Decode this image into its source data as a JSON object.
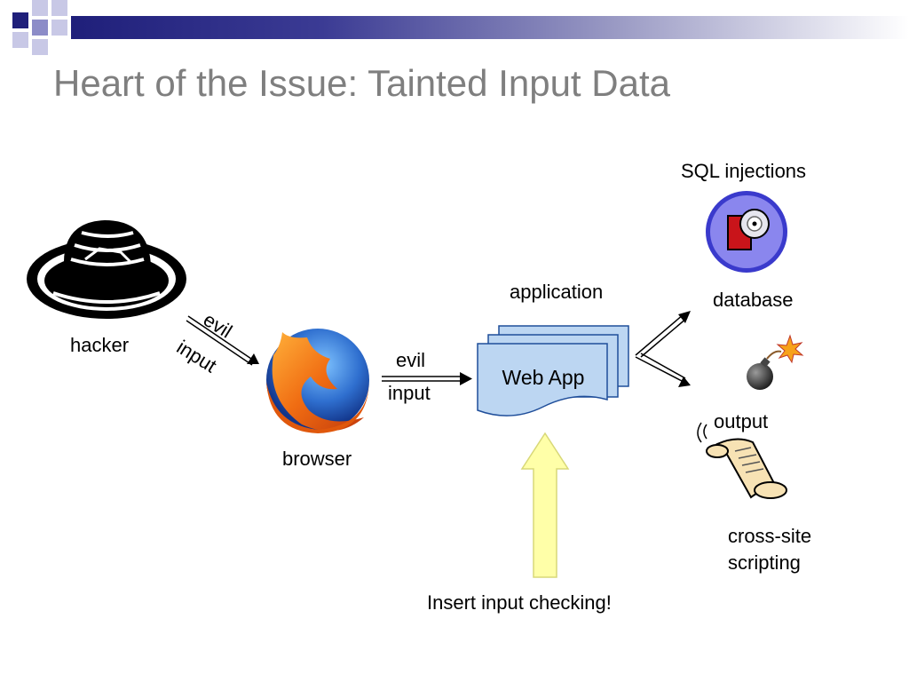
{
  "slide": {
    "title": "Heart of the Issue: Tainted Input Data"
  },
  "diagram": {
    "hacker_label": "hacker",
    "browser_label": "browser",
    "arrow1_top": "evil",
    "arrow1_bottom": "input",
    "arrow2_top": "evil",
    "arrow2_bottom": "input",
    "application_label": "application",
    "webapp_label": "Web App",
    "sql_label": "SQL injections",
    "database_label": "database",
    "output_label": "output",
    "xss_line1": "cross-site",
    "xss_line2": "scripting",
    "checking_label": "Insert input checking!"
  },
  "icons": {
    "hacker": "hat-icon",
    "browser": "firefox-icon",
    "database": "database-disc-icon",
    "output": "bomb-icon",
    "xss": "scroll-icon"
  },
  "colors": {
    "title": "#7f7f7f",
    "header_bar": "#1f1f7a",
    "document_fill": "#bcd6f2",
    "document_stroke": "#1f4e9a",
    "arrow_fill": "#ffffa8",
    "arrow_stroke": "#d8d878",
    "database_ring": "#3a3acc",
    "database_bg": "#8a86ee"
  }
}
